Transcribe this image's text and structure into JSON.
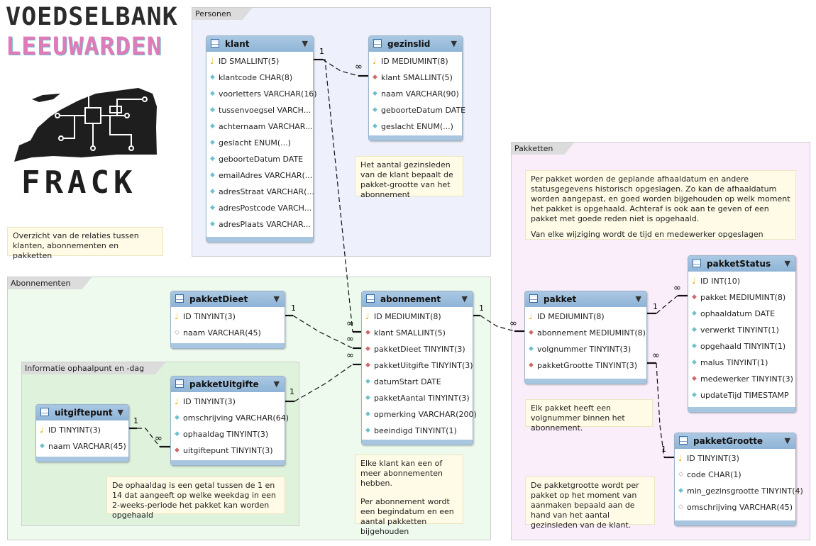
{
  "logo": {
    "line1": "VOEDSELBANK",
    "line2": "LEEUWARDEN",
    "frack": "FRACK",
    "colors": {
      "dark": "#2b2b2b",
      "accent1": "#e07ab8",
      "accent2": "#6fc0cf"
    }
  },
  "overview_note": "Overzicht van de relaties tussen klanten, abonnementen en pakketten",
  "regions": {
    "personen": "Personen",
    "pakketten": "Pakketten",
    "abonnementen": "Abonnementen",
    "ophaalpunt": "Informatie ophaalpunt en -dag"
  },
  "tables": {
    "klant": {
      "name": "klant",
      "rows": [
        {
          "kind": "key",
          "text": "ID SMALLINT(5)"
        },
        {
          "kind": "col",
          "text": "klantcode CHAR(8)"
        },
        {
          "kind": "col",
          "text": "voorletters VARCHAR(16)"
        },
        {
          "kind": "col",
          "text": "tussenvoegsel VARCH..."
        },
        {
          "kind": "col",
          "text": "achternaam VARCHAR..."
        },
        {
          "kind": "col",
          "text": "geslacht ENUM(...)"
        },
        {
          "kind": "col",
          "text": "geboorteDatum DATE"
        },
        {
          "kind": "col",
          "text": "emailAdres VARCHAR(..."
        },
        {
          "kind": "col",
          "text": "adresStraat VARCHAR(..."
        },
        {
          "kind": "col",
          "text": "adresPostcode VARCH..."
        },
        {
          "kind": "col",
          "text": "adresPlaats VARCHAR..."
        }
      ]
    },
    "gezinslid": {
      "name": "gezinslid",
      "rows": [
        {
          "kind": "key",
          "text": "ID MEDIUMINT(8)"
        },
        {
          "kind": "fk",
          "text": "klant SMALLINT(5)"
        },
        {
          "kind": "col",
          "text": "naam VARCHAR(90)"
        },
        {
          "kind": "col",
          "text": "geboorteDatum DATE"
        },
        {
          "kind": "col",
          "text": "geslacht ENUM(...)"
        }
      ]
    },
    "pakketDieet": {
      "name": "pakketDieet",
      "rows": [
        {
          "kind": "key",
          "text": "ID TINYINT(3)"
        },
        {
          "kind": "ncol",
          "text": "naam VARCHAR(45)"
        }
      ]
    },
    "abonnement": {
      "name": "abonnement",
      "rows": [
        {
          "kind": "key",
          "text": "ID MEDIUMINT(8)"
        },
        {
          "kind": "fk",
          "text": "klant SMALLINT(5)"
        },
        {
          "kind": "fk",
          "text": "pakketDieet TINYINT(3)"
        },
        {
          "kind": "fk",
          "text": "pakketUitgifte TINYINT(3)"
        },
        {
          "kind": "col",
          "text": "datumStart DATE"
        },
        {
          "kind": "col",
          "text": "pakketAantal TINYINT(3)"
        },
        {
          "kind": "col",
          "text": "opmerking VARCHAR(200)"
        },
        {
          "kind": "col",
          "text": "beeindigd TINYINT(1)"
        }
      ]
    },
    "pakketUitgifte": {
      "name": "pakketUitgifte",
      "rows": [
        {
          "kind": "key",
          "text": "ID TINYINT(3)"
        },
        {
          "kind": "col",
          "text": "omschrijving VARCHAR(64)"
        },
        {
          "kind": "col",
          "text": "ophaaldag TINYINT(3)"
        },
        {
          "kind": "fk",
          "text": "uitgiftepunt TINYINT(3)"
        }
      ]
    },
    "uitgiftepunt": {
      "name": "uitgiftepunt",
      "rows": [
        {
          "kind": "key",
          "text": "ID TINYINT(3)"
        },
        {
          "kind": "col",
          "text": "naam VARCHAR(45)"
        }
      ]
    },
    "pakket": {
      "name": "pakket",
      "rows": [
        {
          "kind": "key",
          "text": "ID MEDIUMINT(8)"
        },
        {
          "kind": "fk",
          "text": "abonnement MEDIUMINT(8)"
        },
        {
          "kind": "col",
          "text": "volgnummer TINYINT(3)"
        },
        {
          "kind": "fk",
          "text": "pakketGrootte TINYINT(3)"
        }
      ]
    },
    "pakketStatus": {
      "name": "pakketStatus",
      "rows": [
        {
          "kind": "key",
          "text": "ID INT(10)"
        },
        {
          "kind": "fk",
          "text": "pakket MEDIUMINT(8)"
        },
        {
          "kind": "col",
          "text": "ophaaldatum DATE"
        },
        {
          "kind": "col",
          "text": "verwerkt TINYINT(1)"
        },
        {
          "kind": "col",
          "text": "opgehaald TINYINT(1)"
        },
        {
          "kind": "col",
          "text": "malus TINYINT(1)"
        },
        {
          "kind": "fk",
          "text": "medewerker TINYINT(3)"
        },
        {
          "kind": "col",
          "text": "updateTijd TIMESTAMP"
        }
      ]
    },
    "pakketGrootte": {
      "name": "pakketGrootte",
      "rows": [
        {
          "kind": "key",
          "text": "ID TINYINT(3)"
        },
        {
          "kind": "ncol",
          "text": "code CHAR(1)"
        },
        {
          "kind": "col",
          "text": "min_gezinsgrootte TINYINT(4)"
        },
        {
          "kind": "ncol",
          "text": "omschrijving VARCHAR(45)"
        }
      ]
    }
  },
  "notes": {
    "gezinsleden": "Het aantal gezinsleden van de klant bepaalt de pakket-grootte van het abonnement",
    "pakket_status_1": "Per pakket worden de geplande afhaaldatum en andere statusgegevens historisch opgeslagen. Zo kan de afhaaldatum worden aangepast, en goed worden bijgehouden op welk moment het pakket is opgehaald. Achteraf is ook aan te geven of een pakket met goede reden niet is opgehaald.",
    "pakket_status_2": "Van elke wijziging wordt de tijd en medewerker opgeslagen",
    "volgnummer": "Elk pakket heeft een volgnummer binnen het abonnement.",
    "ophaaldag": "De ophaaldag is een getal tussen de 1 en 14 dat aangeeft op welke weekdag in een 2-weeks-periode het pakket kan worden opgehaald",
    "abonnement_1": "Elke klant kan een of meer abonnementen hebben.",
    "abonnement_2": "Per abonnement wordt een begindatum en een aantal pakketten bijgehouden",
    "pakketgrootte": "De pakketgrootte wordt per pakket op het moment van aanmaken bepaald aan de hand van het aantal gezinsleden van de klant."
  },
  "cardinality": {
    "one": "1",
    "many": "∞"
  }
}
